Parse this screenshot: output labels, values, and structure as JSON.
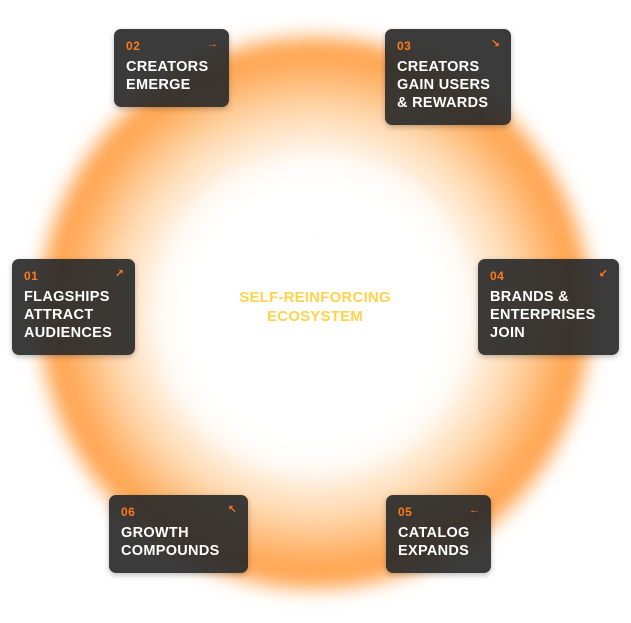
{
  "center": {
    "line1": "SELF-REINFORCING",
    "line2": "ECOSYSTEM"
  },
  "colors": {
    "accent": "#ff7a1a",
    "card_bg": "#2a2a2a",
    "card_text": "#ffffff",
    "center_text": "#ffd34a",
    "glow": "#ff8f2e"
  },
  "steps": [
    {
      "num": "01",
      "arrow": "↗",
      "arrow_icon": "arrow-up-right-icon",
      "lines": [
        "FLAGSHIPS",
        "ATTRACT",
        "AUDIENCES"
      ]
    },
    {
      "num": "02",
      "arrow": "→",
      "arrow_icon": "arrow-right-icon",
      "lines": [
        "CREATORS",
        "EMERGE"
      ]
    },
    {
      "num": "03",
      "arrow": "↘",
      "arrow_icon": "arrow-down-right-icon",
      "lines": [
        "CREATORS",
        "GAIN USERS",
        "& REWARDS"
      ]
    },
    {
      "num": "04",
      "arrow": "↙",
      "arrow_icon": "arrow-down-left-icon",
      "lines": [
        "BRANDS &",
        "ENTERPRISES",
        "JOIN"
      ]
    },
    {
      "num": "05",
      "arrow": "←",
      "arrow_icon": "arrow-left-icon",
      "lines": [
        "CATALOG",
        "EXPANDS"
      ]
    },
    {
      "num": "06",
      "arrow": "↖",
      "arrow_icon": "arrow-up-left-icon",
      "lines": [
        "GROWTH",
        "COMPOUNDS"
      ]
    }
  ]
}
